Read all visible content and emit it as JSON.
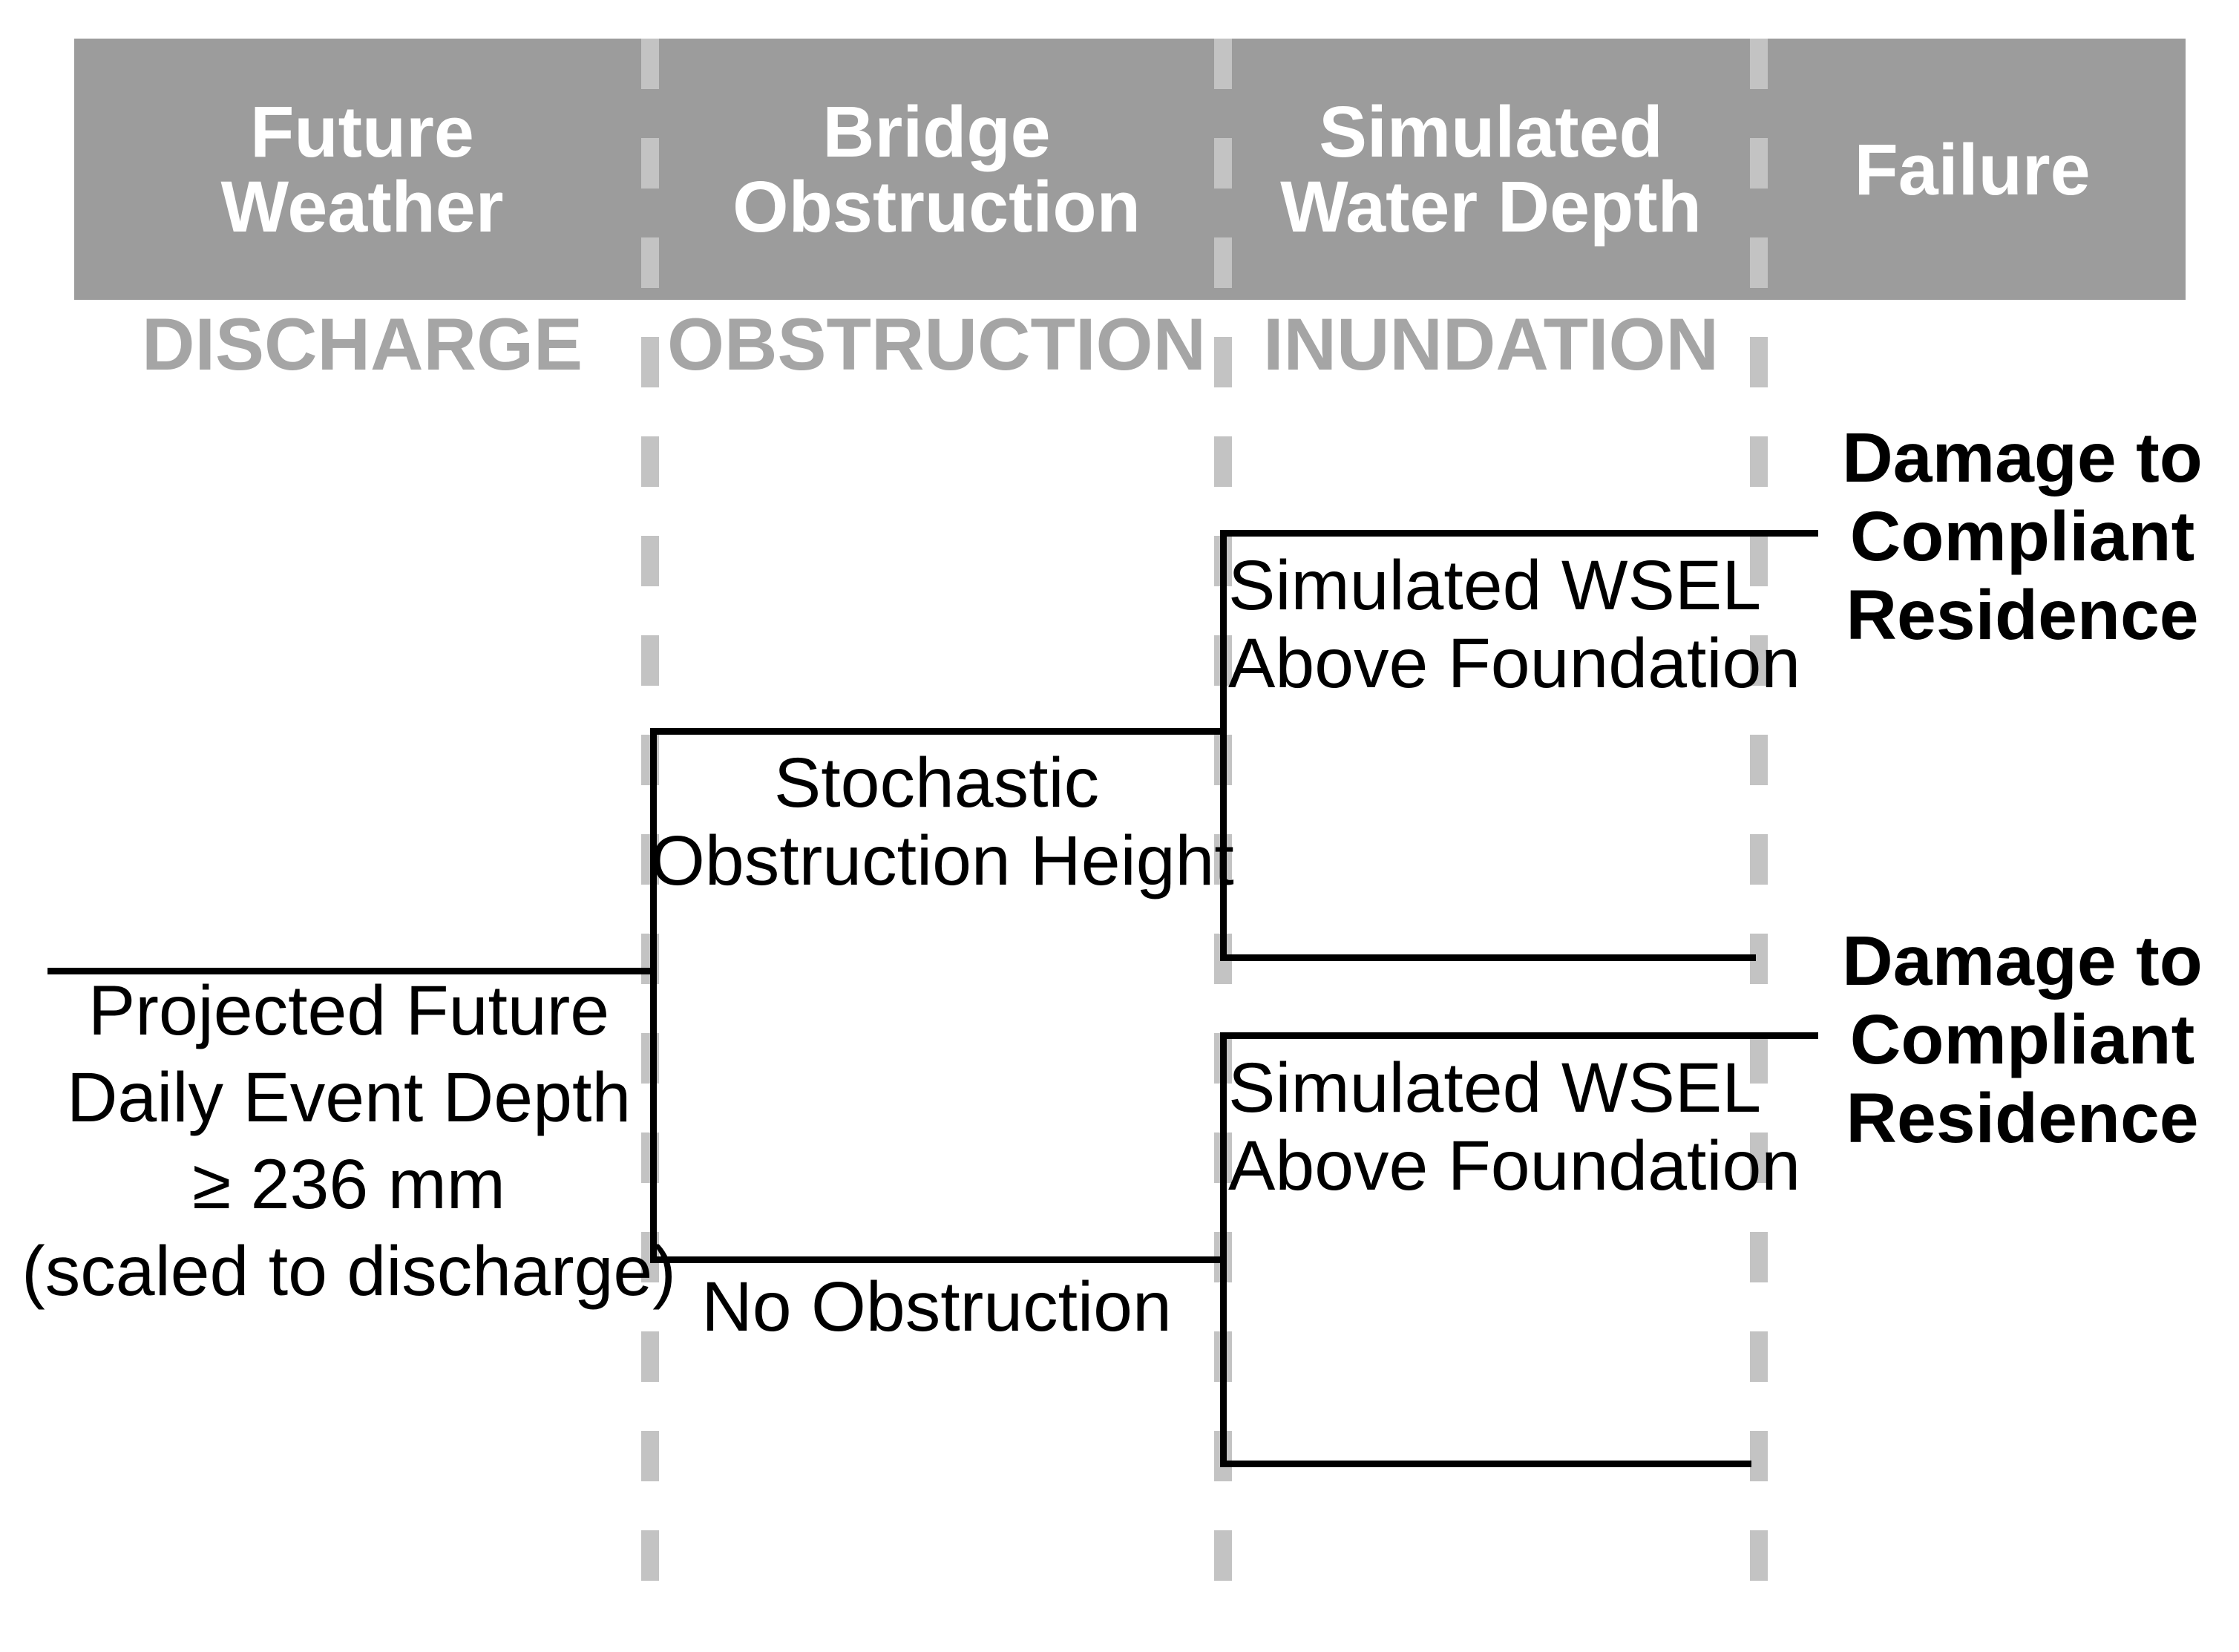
{
  "diagram": {
    "title_row": {
      "columns": [
        {
          "id": "future-weather",
          "header_lines": [
            "Future",
            "Weather"
          ],
          "sublabel": "DISCHARGE"
        },
        {
          "id": "bridge-obstruction",
          "header_lines": [
            "Bridge",
            "Obstruction"
          ],
          "sublabel": "OBSTRUCTION"
        },
        {
          "id": "simulated-water-depth",
          "header_lines": [
            "Simulated",
            "Water Depth"
          ],
          "sublabel": "INUNDATION"
        },
        {
          "id": "failure",
          "header_lines": [
            "Failure"
          ],
          "sublabel": ""
        }
      ]
    },
    "nodes": {
      "root_event": {
        "lines": [
          "Projected Future",
          "Daily Event Depth",
          "≥ 236 mm",
          "(scaled to discharge)"
        ]
      },
      "branch_top": {
        "lines": [
          "Stochastic",
          "Obstruction Height"
        ]
      },
      "branch_bottom": {
        "lines": [
          "No Obstruction"
        ]
      },
      "wsel_top": {
        "lines": [
          "Simulated WSEL",
          "Above Foundation"
        ]
      },
      "wsel_bottom": {
        "lines": [
          "Simulated WSEL",
          "Above Foundation"
        ]
      },
      "outcome_top": {
        "lines": [
          "Damage to",
          "Compliant",
          "Residence"
        ]
      },
      "outcome_bottom": {
        "lines": [
          "Damage to",
          "Compliant",
          "Residence"
        ]
      }
    },
    "colors": {
      "header_bg": "#9c9c9c",
      "header_text": "#ffffff",
      "sublabel_text": "#a5a5a5",
      "dash": "#c3c3c3",
      "tree_line": "#000000",
      "background": "#ffffff"
    }
  }
}
